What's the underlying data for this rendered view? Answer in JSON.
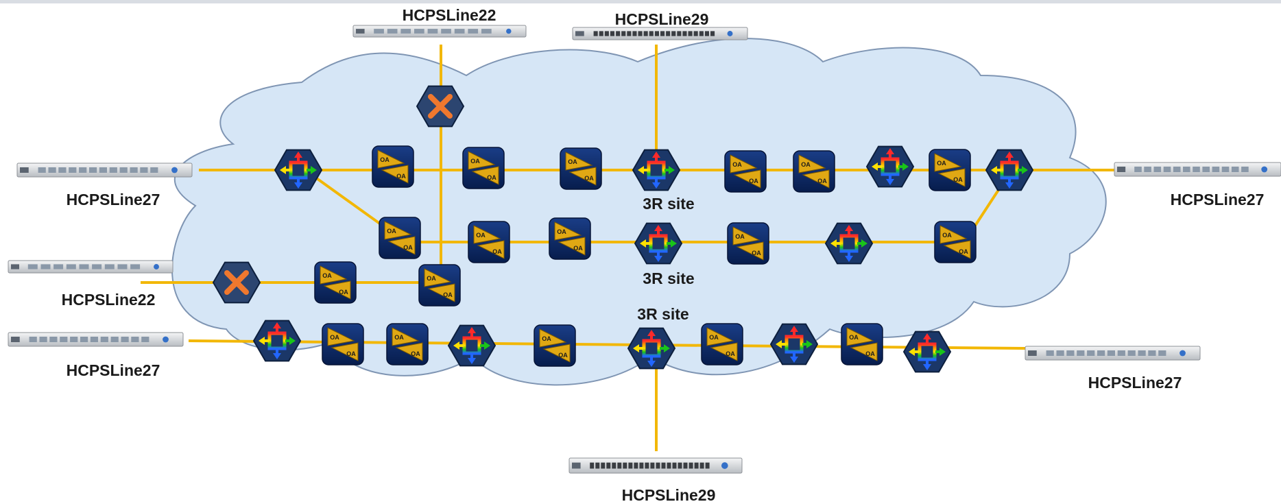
{
  "colors": {
    "link": "#f2b705",
    "cloud_fill": "#d6e6f6",
    "cloud_stroke": "#7f95b3",
    "node_fill": "#1b3768",
    "node_stroke": "#0d1f3d",
    "amplifier_bg": "#0c2a68",
    "amplifier_triangle": "#e0a814",
    "x_mark": "#f0782e"
  },
  "devices": [
    {
      "id": "dev-top-left",
      "label": "HCPSLine22",
      "icon": "chassis-small-icon"
    },
    {
      "id": "dev-top-right",
      "label": "HCPSLine29",
      "icon": "chassis-large-icon"
    },
    {
      "id": "dev-left-1",
      "label": "HCPSLine27",
      "icon": "chassis-wide-icon"
    },
    {
      "id": "dev-right-1",
      "label": "HCPSLine27",
      "icon": "chassis-wide-icon"
    },
    {
      "id": "dev-left-2",
      "label": "HCPSLine22",
      "icon": "chassis-small-icon"
    },
    {
      "id": "dev-left-3",
      "label": "HCPSLine27",
      "icon": "chassis-wide-icon"
    },
    {
      "id": "dev-right-3",
      "label": "HCPSLine27",
      "icon": "chassis-wide-icon"
    },
    {
      "id": "dev-bottom",
      "label": "HCPSLine29",
      "icon": "chassis-large-icon"
    }
  ],
  "site_labels": [
    "3R site",
    "3R site",
    "3R site"
  ],
  "amplifier_text": "OA",
  "icon_legend": {
    "wss": "wss-node-icon",
    "failed": "failed-node-icon",
    "amplifier": "optical-amplifier-icon"
  }
}
